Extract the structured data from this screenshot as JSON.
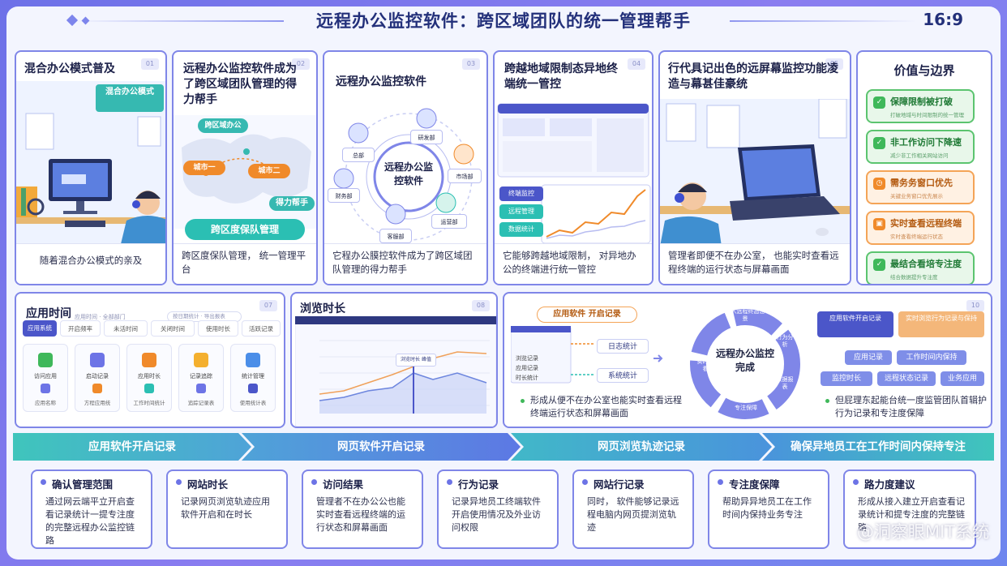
{
  "header": {
    "title": "远程办公监控软件：跨区域团队的统一管理帮手",
    "ratio": "16:9"
  },
  "panels": [
    {
      "badge": "01",
      "title": "混合办公模式普及",
      "overlay": "混合办公模式",
      "caption": "随着混合办公模式的亲及"
    },
    {
      "badge": "02",
      "title": "远程办公监控软件成为了跨区域团队管理的得力帮手",
      "map_tag1": "跨区域办公",
      "map_tag2": "城市一",
      "map_tag3": "城市二",
      "map_tag4": "得力帮手",
      "pill": "跨区度保队管理",
      "caption": "跨区度保队管理， 统一管理平台"
    },
    {
      "badge": "03",
      "title": "远程办公监控软件",
      "center": "远程办公监控软件",
      "nodes": [
        "总部",
        "研发部",
        "市场部",
        "财务部",
        "运营部",
        "客服部"
      ],
      "caption": "它程办公膜控软件成为了跨区域团队管理的得力帮手"
    },
    {
      "badge": "04",
      "title": "跨越地域限制态异地终端统一管控",
      "side_items": [
        "终端监控",
        "远程管理",
        "数据统计"
      ],
      "caption": "它能够跨越地域限制， 对异地办公的终端进行统一管控"
    },
    {
      "badge": "05",
      "title": "行代具记出色的远屏幕监控功能凌造与幕甚佳豪统",
      "caption": "管理者即便不在办公室， 也能实时查看远程终端的运行状态与屏幕画面"
    },
    {
      "title": "价值与边界",
      "items": [
        {
          "label": "保障限制被打破",
          "sub": "打破地域与时间限制的统一管理"
        },
        {
          "label": "非工作访问下降速",
          "sub": "减少非工作相关网站访问"
        },
        {
          "label": "需务务窗口优先",
          "sub": "关键业务窗口优先展示"
        },
        {
          "label": "实时查看远程终端",
          "sub": "实时查看终端运行状态"
        },
        {
          "label": "最结合看培专注度",
          "sub": "结合数据提升专注度"
        }
      ]
    }
  ],
  "row2": {
    "apps": {
      "badge": "07",
      "title": "应用时间",
      "filter1": "应用时间 · 全部部门",
      "filter2": "按日期统计 · 导出报表",
      "tabs": [
        "应用系统",
        "开启频率",
        "未活时间",
        "关闭时间",
        "使用时长",
        "活跃记录"
      ],
      "tiles": [
        {
          "name": "访问应用",
          "sub": "应用名称"
        },
        {
          "name": "启动记录",
          "sub": "方程应用统"
        },
        {
          "name": "应用时长",
          "sub": "工作时间统计"
        },
        {
          "name": "记录追踪",
          "sub": "追踪记录表"
        },
        {
          "name": "统计管理",
          "sub": "使用统计表"
        }
      ]
    },
    "browse": {
      "badge": "08",
      "title": "浏览时长",
      "tooltip": "浏览时长 峰值"
    },
    "flow": {
      "badge": "10",
      "pill": "应用软件 开启记录",
      "rows": [
        "日志统计",
        "系统统计"
      ],
      "list": [
        "浏览记录",
        "应用记录",
        "时长统计"
      ],
      "cycle_center": "远程办公监控完成",
      "cycle_labels": [
        "超入远程终态总景",
        "行为分析",
        "数据报表",
        "专注保障",
        "实时查看"
      ],
      "right_boxes": [
        "应用软件开启记录",
        "实时浏览行为记录与保持"
      ],
      "chips": [
        "应用记录",
        "工作时间内保持",
        "监控时长",
        "远程状态记录",
        "业务应用"
      ],
      "bullet_left": "形成从便不在办公室也能实时查看远程终端运行状态和屏幕画面",
      "bullet_right": "但屁理东起能台统一度监管团队首辑护行为记录和专注度保障"
    }
  },
  "flowbar": [
    "应用软件开启记录",
    "网页软件开启记录",
    "网页浏览轨迹记录",
    "确保异地员工在工作时间内保持专注"
  ],
  "bottom": [
    {
      "title": "确认管理范围",
      "body": "通过网云端平立开启查看记录统计一提专注度的完整远程办公监控链路"
    },
    {
      "title": "网站时长",
      "body": "记录网页浏览轨迹应用软件开启和在时长"
    },
    {
      "title": "访问结果",
      "body": "管理者不在办公公也能实时查看远程终端的运行状态和屏幕画面"
    },
    {
      "title": "行为记录",
      "body": "记录异地员工终端软件开启使用情况及外业访问权限"
    },
    {
      "title": "网站行记录",
      "body": "同时， 软件能够记录远程电脑内网页提浏览轨迹"
    },
    {
      "title": "专注度保障",
      "body": "帮助异异地员工在工作时间内保持业务专注"
    },
    {
      "title": "路力度建议",
      "body": "形成从接入建立开启查看记录统计和提专注度的完整链路"
    }
  ],
  "watermark": "@洞察眼MIT系统",
  "colors": {
    "accent": "#6d74e6",
    "teal": "#2bbfb3",
    "green": "#3fb85a",
    "orange": "#f08a2a"
  }
}
